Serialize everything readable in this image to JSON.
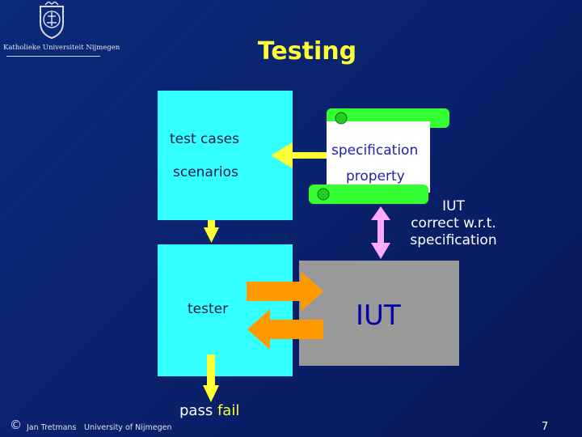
{
  "header": {
    "university_logo_text": "Katholieke Universiteit Nijmegen",
    "title": "Testing"
  },
  "diagram": {
    "test_box": {
      "line1": "test cases",
      "line2": "scenarios"
    },
    "spec_scroll": {
      "line1": "specification",
      "line2": "property"
    },
    "tester_box": {
      "label": "tester"
    },
    "iut_box": {
      "label": "IUT"
    },
    "iut_relation": {
      "line1": "IUT",
      "line2": "correct w.r.t.",
      "line3": "specification"
    },
    "verdict": {
      "pass": "pass",
      "fail": "fail"
    }
  },
  "footer": {
    "copyright_symbol": "©",
    "author": "Jan Tretmans",
    "university": "University of Nijmegen",
    "page_number": "7"
  },
  "colors": {
    "background": "#0b2470",
    "box_cyan": "#33ffff",
    "iut_gray": "#999999",
    "scroll_green": "#33ff33",
    "arrow_yellow": "#ffff33",
    "arrow_orange": "#ff9900",
    "arrow_pink": "#ffaaff",
    "title_yellow": "#ffff33"
  }
}
